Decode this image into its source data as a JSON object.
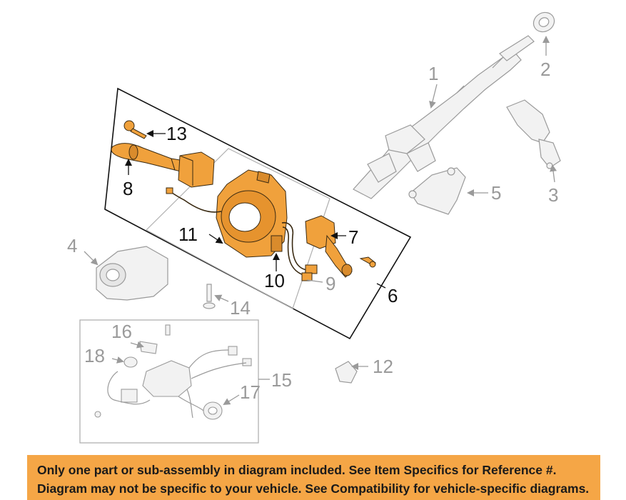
{
  "callouts": {
    "c1": "1",
    "c2": "2",
    "c3": "3",
    "c4": "4",
    "c5": "5",
    "c6": "6",
    "c7": "7",
    "c8": "8",
    "c9": "9",
    "c10": "10",
    "c11": "11",
    "c12": "12",
    "c13": "13",
    "c14": "14",
    "c15": "15",
    "c16": "16",
    "c17": "17",
    "c18": "18"
  },
  "notice": {
    "line1": "Only one part or sub-assembly in diagram included. See Item Specifics for Reference #.",
    "line2": "Diagram may not be specific to your vehicle. See Compatibility for vehicle-specific diagrams."
  },
  "colors": {
    "highlight_part": "#f0a13c",
    "banner": "#f5a646",
    "ghost_part": "#cfcfcf",
    "outline": "#111111"
  }
}
